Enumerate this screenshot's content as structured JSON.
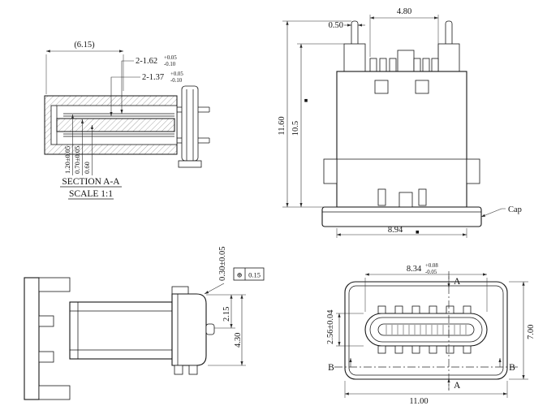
{
  "symbols": {
    "critical_marker": "■",
    "position_symbol": "⊕"
  },
  "section_view": {
    "dim_overall": "(6.15)",
    "callout_1": "2-1.62",
    "callout_1_tol_upper": "+0.05",
    "callout_1_tol_lower": "-0.10",
    "callout_2": "2-1.37",
    "callout_2_tol_upper": "+0.05",
    "callout_2_tol_lower": "-0.10",
    "dim_thickness_1": "1.20±0.05",
    "dim_thickness_2": "0.70±0.05",
    "dim_thickness_3": "0.60",
    "title": "SECTION A-A",
    "scale": "SCALE 1:1"
  },
  "front_view": {
    "dim_pin_width": "0.50",
    "dim_tab_group": "4.80",
    "dim_overall_height": "11.60",
    "dim_shell_height": "10.5",
    "dim_body_width": "8.94",
    "cap_label": "Cap"
  },
  "side_view": {
    "dim_standoff": "0.30±0.05",
    "position_tolerance": "0.15",
    "dim_pin_offset": "2.15",
    "dim_overall": "4.30"
  },
  "top_view": {
    "dim_opening": "8.34",
    "dim_opening_tol_upper": "+0.08",
    "dim_opening_tol_lower": "-0.05",
    "dim_slot": "2.56±0.04",
    "dim_depth": "7.00",
    "dim_width": "11.00",
    "section_label_a": "A",
    "section_label_b": "B"
  }
}
